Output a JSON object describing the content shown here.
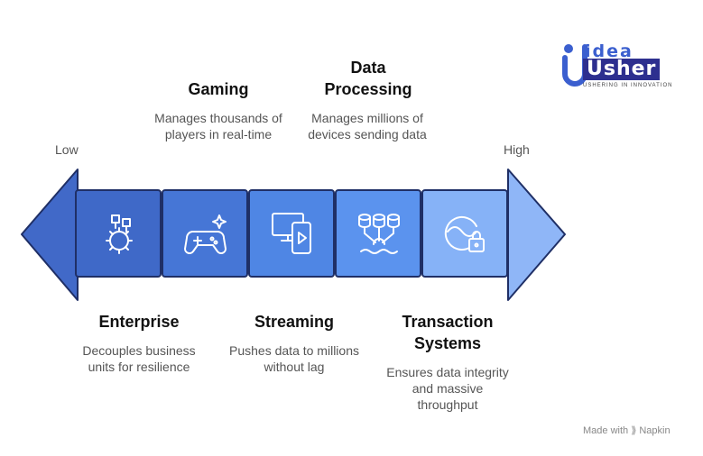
{
  "scale": {
    "low_label": "Low",
    "high_label": "High"
  },
  "segments": [
    {
      "title": "Enterprise",
      "description": "Decouples business units for resilience",
      "icon": "org-gear-icon",
      "color": "#3f69c8"
    },
    {
      "title": "Gaming",
      "description": "Manages thousands of players in real-time",
      "icon": "gamepad-icon",
      "color": "#4676d6"
    },
    {
      "title": "Streaming",
      "description": "Pushes data to millions without lag",
      "icon": "devices-play-icon",
      "color": "#4f86e4"
    },
    {
      "title": "Data Processing",
      "description": "Manages millions of devices sending data",
      "icon": "database-network-icon",
      "color": "#5b93ee"
    },
    {
      "title": "Transaction Systems",
      "description": "Ensures data integrity and massive throughput",
      "icon": "secure-exchange-icon",
      "color": "#86b2f7"
    }
  ],
  "arrow_colors": {
    "left": "#4169c8",
    "right": "#8fb6f7",
    "outline": "#1f2f66"
  },
  "logo": {
    "line1": "idea",
    "line2": "Usher",
    "tagline": "USHERING IN INNOVATION"
  },
  "watermark": "Made with ⟫ Napkin"
}
